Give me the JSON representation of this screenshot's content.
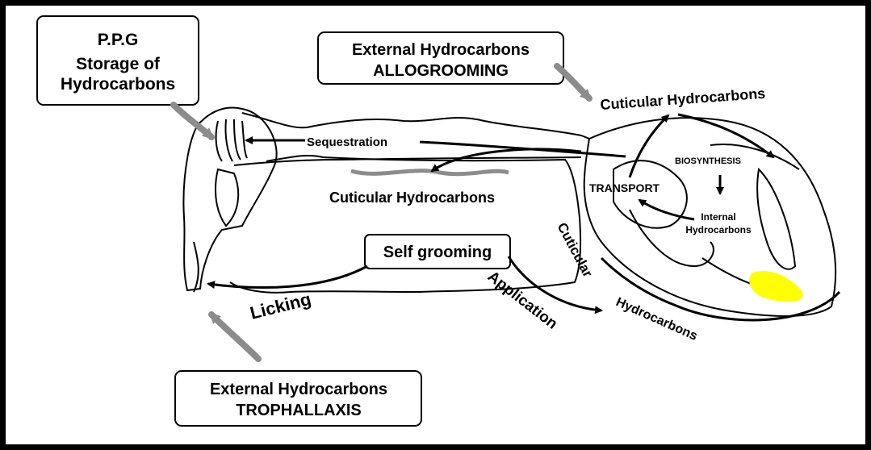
{
  "boxes": {
    "ppg": {
      "line1": "P.P.G",
      "line2": "Storage of",
      "line3": "Hydrocarbons"
    },
    "allogrooming": {
      "line1": "External Hydrocarbons",
      "line2": "ALLOGROOMING"
    },
    "self_grooming": {
      "line1": "Self grooming"
    },
    "trophallaxis": {
      "line1": "External Hydrocarbons",
      "line2": "TROPHALLAXIS"
    }
  },
  "labels": {
    "sequestration": "Sequestration",
    "cuticular_top": "Cuticular Hydrocarbons",
    "cuticular_mid": "Cuticular Hydrocarbons",
    "biosynthesis": "BIOSYNTHESIS",
    "transport": "TRANSPORT",
    "internal_1": "Internal",
    "internal_2": "Hydrocarbons",
    "cuticular_side_1": "Cuticular",
    "cuticular_side_2": "Hydrocarbons",
    "licking": "Licking",
    "application": "Application"
  },
  "colors": {
    "outline": "#000000",
    "arrow_gray": "#8c8c8c",
    "highlight": "#ffff00"
  }
}
